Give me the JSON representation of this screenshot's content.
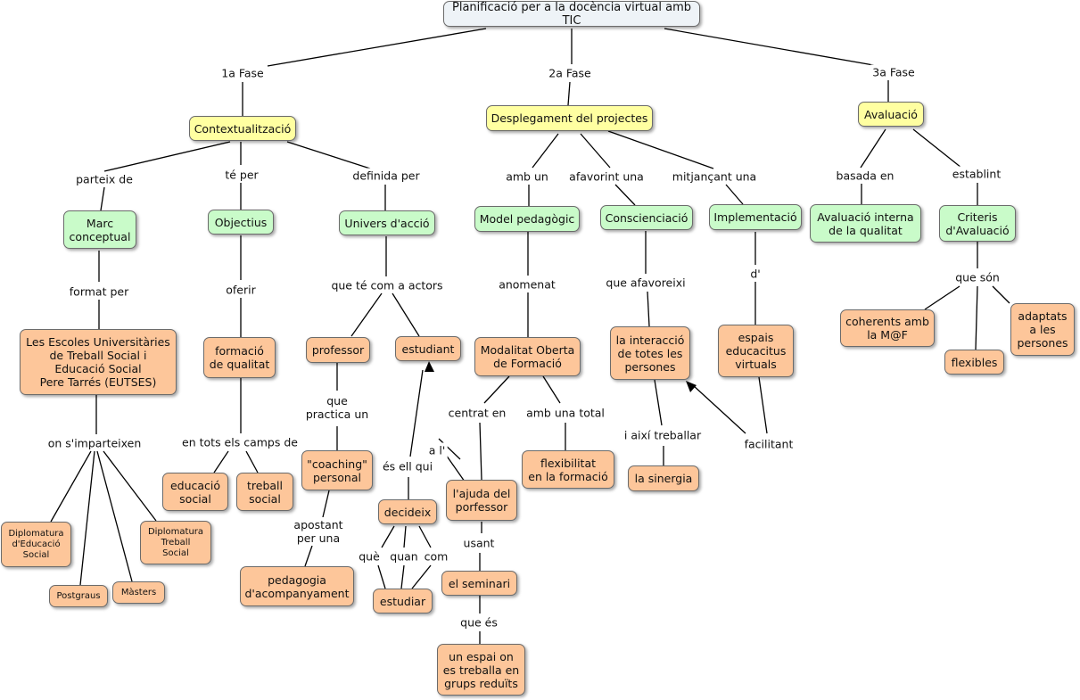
{
  "title": "Planificació per a la docència virtual amb TIC",
  "nodes": {
    "fase1": "1a Fase",
    "fase2": "2a Fase",
    "fase3": "3a Fase",
    "contextualitzacio": "Contextualització",
    "desplegament": "Desplegament del projectes",
    "avaluacio": "Avaluació",
    "parteix_de": "parteix de",
    "te_per": "té per",
    "definida_per": "definida per",
    "amb_un": "amb un",
    "afavorint_una": "afavorint una",
    "mitjancant_una": "mitjançant una",
    "basada_en": "basada en",
    "establint": "establint",
    "marc_conceptual": "Marc\nconceptual",
    "objectius": "Objectius",
    "univers_accio": "Univers d'acció",
    "model_pedagogic": "Model pedagògic",
    "conscienciacio": "Conscienciació",
    "implementacio": "Implementació",
    "avaluacio_interna": "Avaluació interna\nde la qualitat",
    "criteris": "Criteris\nd'Avaluació",
    "format_per": "format per",
    "oferir": "oferir",
    "que_te_actors": "que té com a actors",
    "anomenat": "anomenat",
    "que_afavoreixi": "que afavoreixi",
    "d": "d'",
    "que_son": "que són",
    "eutses": "Les Escoles Universitàries\nde Treball Social i\nEducació Social\nPere Tarrés (EUTSES)",
    "formacio_qualitat": "formació\nde qualitat",
    "professor": "professor",
    "estudiant": "estudiant",
    "modalitat": "Modalitat Oberta\nde Formació",
    "interaccio": "la interacció\nde totes les\npersones",
    "espais": "espais\neducacitus\nvirtuals",
    "coherents": "coherents amb\nla M@F",
    "flexibles": "flexibles",
    "adaptats": "adaptats\na les\npersones",
    "on_imparteixen": "on s'imparteixen",
    "en_tots_camps": "en tots els camps de",
    "que_practica": "que\npractica un",
    "centrat_en": "centrat en",
    "amb_una_total": "amb una total",
    "i_aixi": "i així treballar",
    "facilitant": "facilitant",
    "a_l": "a l'",
    "es_ell_qui": "és ell qui",
    "educacio_social": "educació\nsocial",
    "treball_social": "treball\nsocial",
    "coaching": "\"coaching\"\npersonal",
    "decideix": "decideix",
    "ajuda": "l'ajuda del\nporfessor",
    "flexibilitat": "flexibilitat\nen la formació",
    "sinergia": "la sinergia",
    "apostant": "apostant\nper una",
    "que": "què",
    "quan": "quan",
    "com": "com",
    "usant": "usant",
    "diplomatura_es": "Diplomatura\nd'Educació\nSocial",
    "diplomatura_ts": "Diplomatura\nTreball\nSocial",
    "postgraus": "Postgraus",
    "masters": "Màsters",
    "pedagogia": "pedagogia\nd'acompanyament",
    "estudiar": "estudiar",
    "seminari": "el seminari",
    "que_es": "que és",
    "espai_on": "un espai on\nes treballa en\ngrups reduïts"
  },
  "colors": {
    "root": "#eef3f7",
    "yellow": "#ffffa1",
    "green": "#c9fbc9",
    "orange": "#fdc69a",
    "line": "#000000"
  }
}
